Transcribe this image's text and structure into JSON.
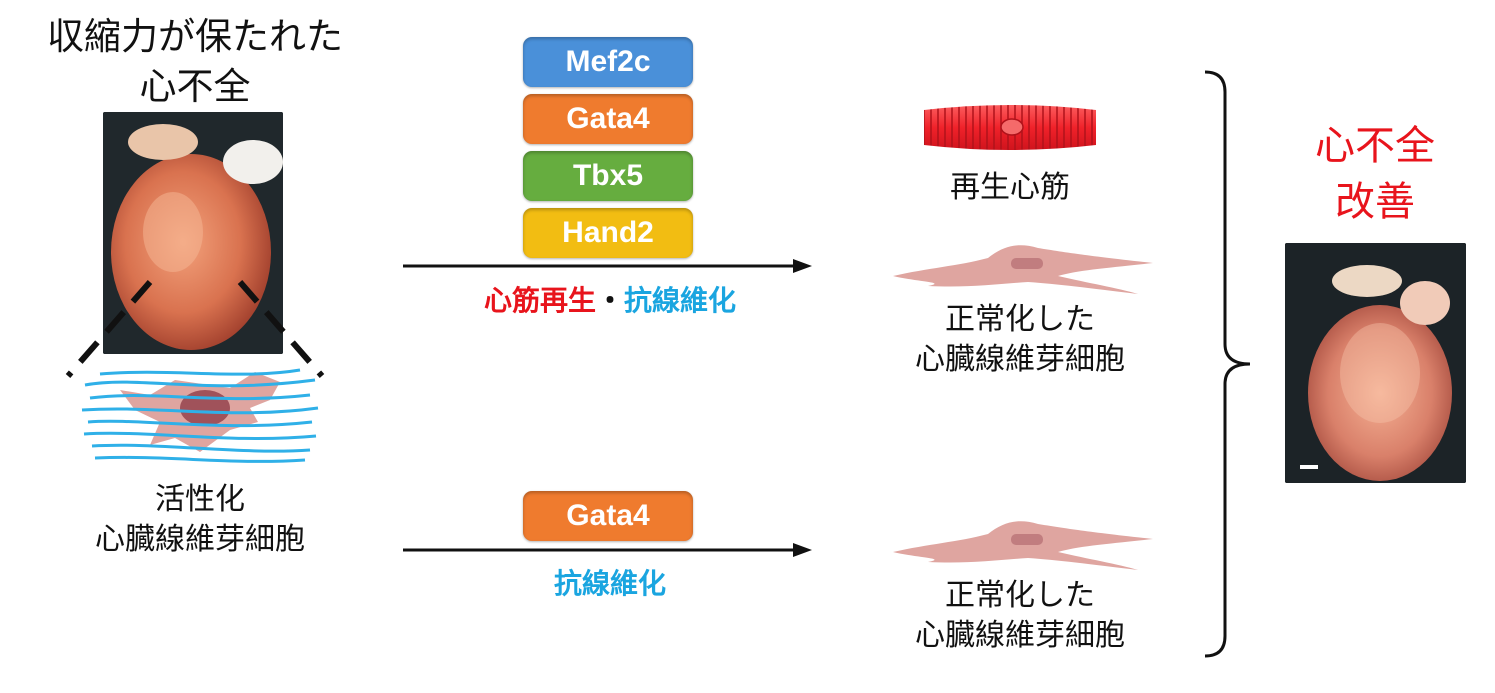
{
  "left": {
    "title_line1": "収縮力が保たれた",
    "title_line2": "心不全",
    "caption_line1": "活性化",
    "caption_line2": "心臓線維芽細胞"
  },
  "top_path": {
    "factors": [
      {
        "name": "Mef2c",
        "color": "#4a90d9"
      },
      {
        "name": "Gata4",
        "color": "#ef7b2e"
      },
      {
        "name": "Tbx5",
        "color": "#66ad3f"
      },
      {
        "name": "Hand2",
        "color": "#f2bd12"
      }
    ],
    "effect_red": "心筋再生",
    "separator": "・",
    "effect_blue": "抗線維化",
    "out_muscle_label": "再生心筋",
    "out_fib_line1": "正常化した",
    "out_fib_line2": "心臓線維芽細胞"
  },
  "bottom_path": {
    "factor": {
      "name": "Gata4",
      "color": "#ef7b2e"
    },
    "effect_blue": "抗線維化",
    "out_fib_line1": "正常化した",
    "out_fib_line2": "心臓線維芽細胞"
  },
  "result": {
    "line1": "心不全",
    "line2": "改善"
  },
  "colors": {
    "red_text": "#e8141c",
    "blue_text": "#1aa5e0",
    "fibroblast": "#dfa5a0",
    "fiber": "#2fb0e8"
  }
}
